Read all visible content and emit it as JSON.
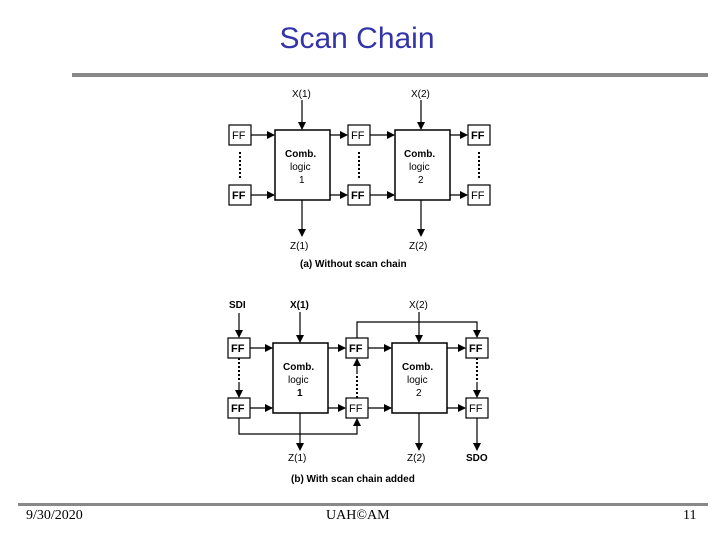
{
  "slide": {
    "title": "Scan Chain",
    "footer_date": "9/30/2020",
    "footer_center": "UAH©AM",
    "footer_page": "11"
  },
  "diagram_a": {
    "caption": "(a) Without scan chain",
    "x1": "X(1)",
    "x2": "X(2)",
    "z1": "Z(1)",
    "z2": "Z(2)",
    "ff": "FF",
    "comb1": [
      "Comb.",
      "logic",
      "1"
    ],
    "comb2": [
      "Comb.",
      "logic",
      "2"
    ]
  },
  "diagram_b": {
    "caption": "(b) With scan chain added",
    "sdi": "SDI",
    "sdo": "SDO",
    "x1": "X(1)",
    "x2": "X(2)",
    "z1": "Z(1)",
    "z2": "Z(2)",
    "ff": "FF",
    "comb1": [
      "Comb.",
      "logic",
      "1"
    ],
    "comb2": [
      "Comb.",
      "logic",
      "2"
    ]
  }
}
